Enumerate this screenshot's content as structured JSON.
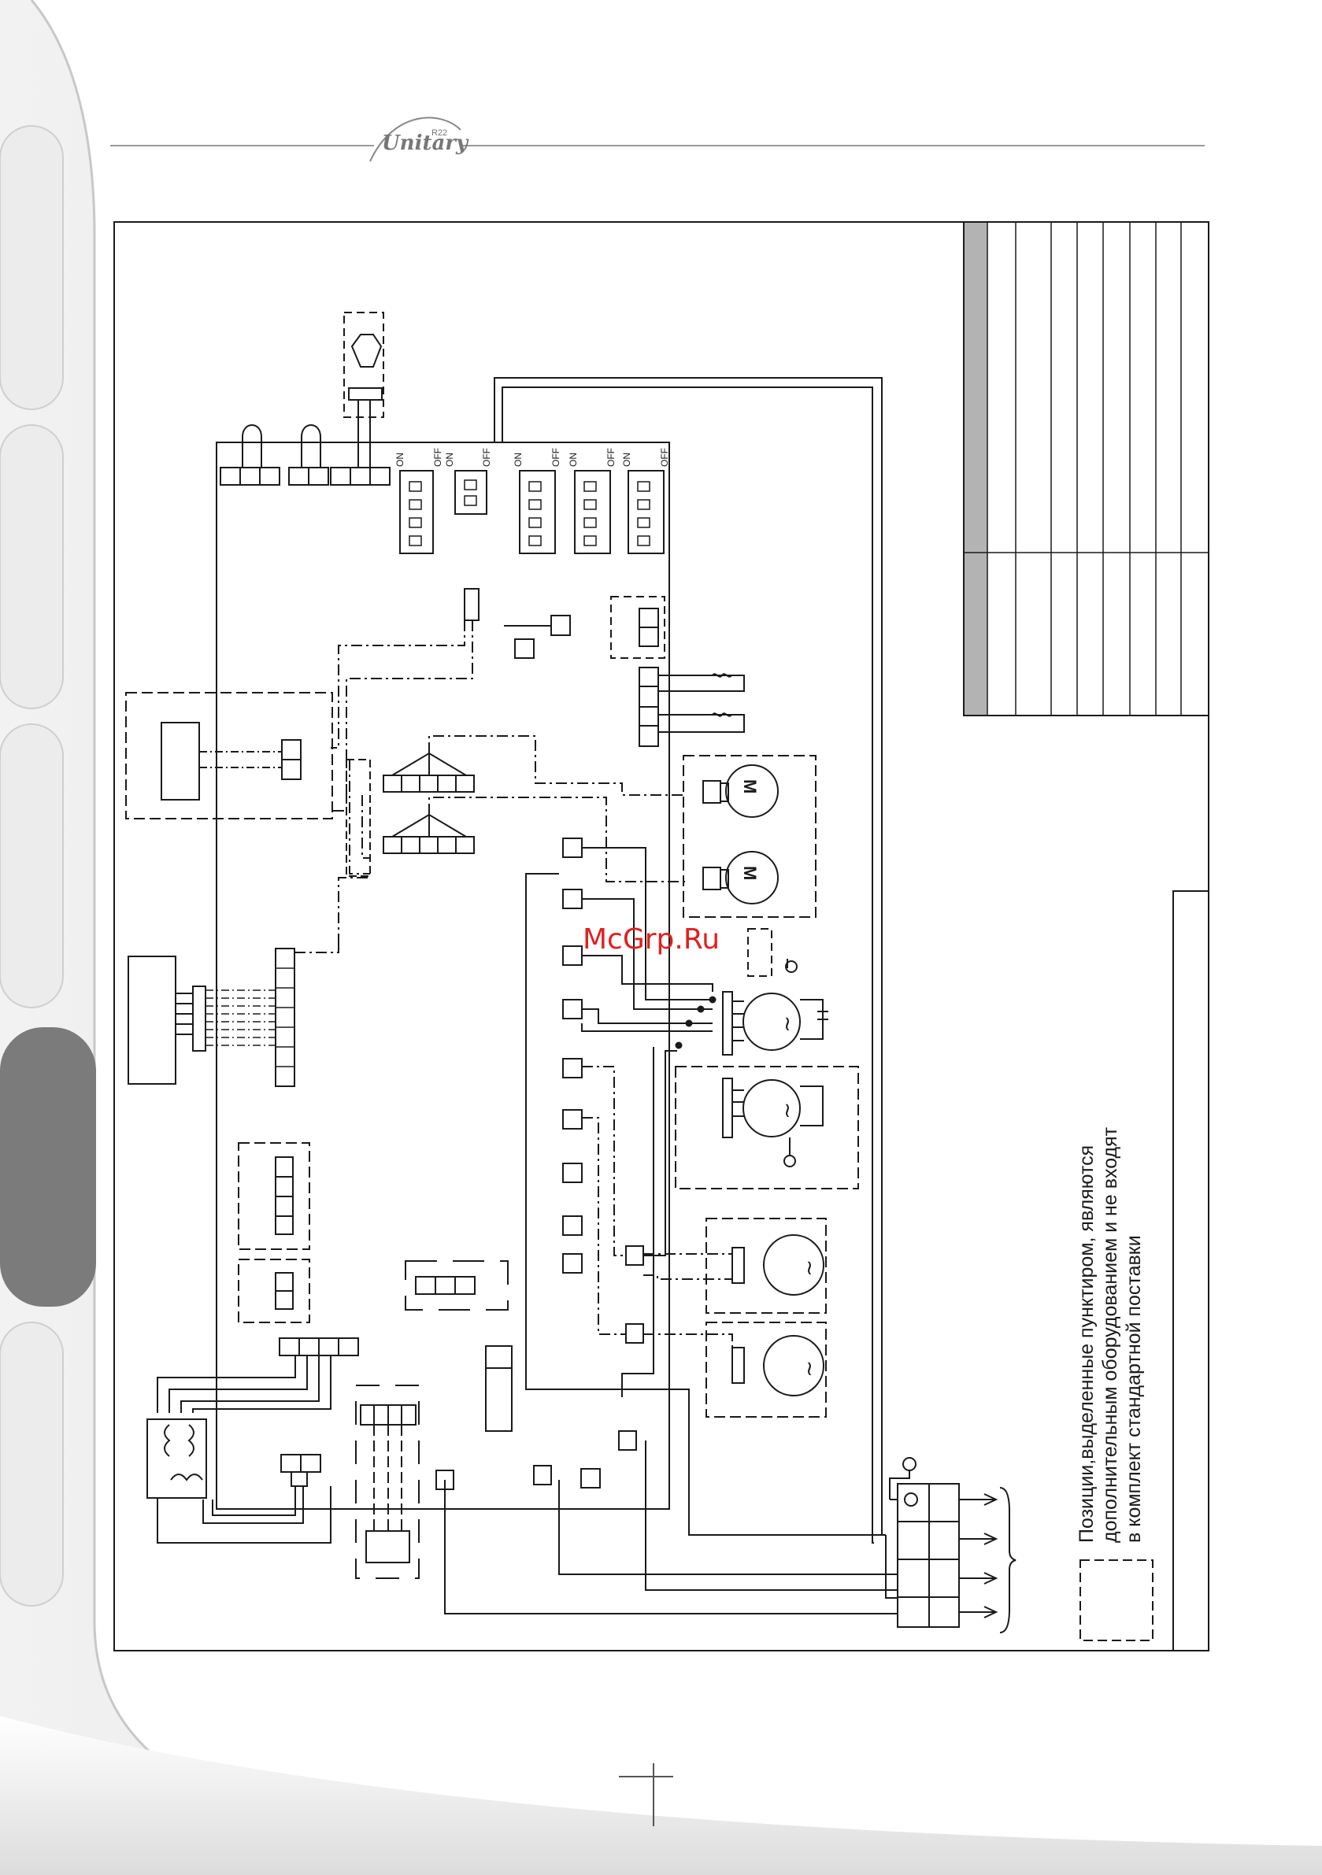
{
  "header": {
    "logo_text": "Unitary",
    "logo_sup": "R22"
  },
  "watermark": "McGrp.Ru",
  "switches": {
    "on": "ON",
    "off": "OFF"
  },
  "motor_symbol": "M",
  "ac_symbol": "~",
  "legend": {
    "note_lines": [
      "Позиции,выделенные пунктиром, являются",
      "дополнительным оборудованием и не входят",
      "в комплект стандартной поставки"
    ]
  },
  "colors": {
    "line": "#1a1a1a",
    "sidebar_dark": "#7b7b7b",
    "sidebar_light": "#ececec",
    "table_header": "#b3b3b3",
    "watermark": "#e02020"
  }
}
